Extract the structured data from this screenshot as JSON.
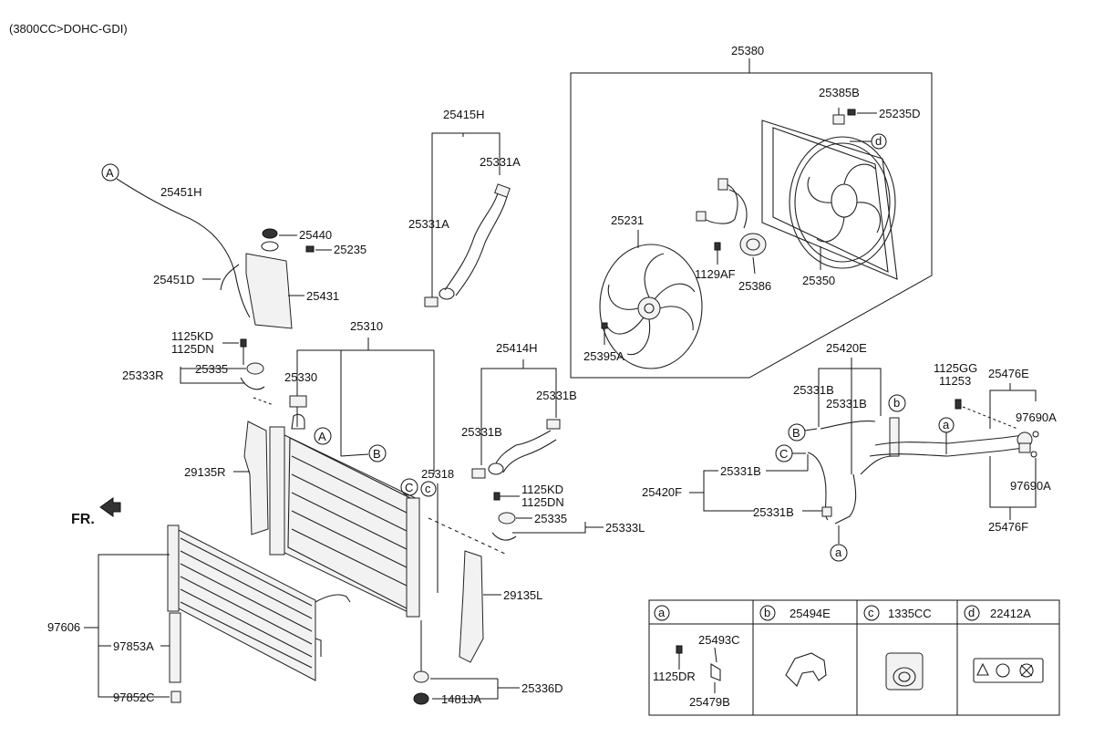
{
  "header": {
    "engine_spec": "(3800CC>DOHC-GDI)"
  },
  "orientation_label": "FR.",
  "parts": {
    "p25380": "25380",
    "p25385B": "25385B",
    "p25235D": "25235D",
    "p25231": "25231",
    "p1129AF": "1129AF",
    "p25386": "25386",
    "p25350": "25350",
    "p25395A": "25395A",
    "p25415H": "25415H",
    "p25331A_1": "25331A",
    "p25331A_2": "25331A",
    "p25451H": "25451H",
    "p25440": "25440",
    "p25235": "25235",
    "p25451D": "25451D",
    "p25431": "25431",
    "p25310": "25310",
    "p1125KD_1": "1125KD",
    "p1125DN_1": "1125DN",
    "p25335_1": "25335",
    "p25333R": "25333R",
    "p25330": "25330",
    "p29135R": "29135R",
    "p25414H": "25414H",
    "p25331B_a": "25331B",
    "p25331B_b": "25331B",
    "p25318": "25318",
    "p1125KD_2": "1125KD",
    "p1125DN_2": "1125DN",
    "p25335_2": "25335",
    "p25333L": "25333L",
    "p29135L": "29135L",
    "p97606": "97606",
    "p97853A": "97853A",
    "p97852C": "97852C",
    "p25336D": "25336D",
    "p1481JA": "1481JA",
    "p25420E": "25420E",
    "p25331B_c": "25331B",
    "p25331B_d": "25331B",
    "p25420F": "25420F",
    "p25331B_e": "25331B",
    "p25331B_f": "25331B",
    "p1125GG": "1125GG",
    "p11253": "11253",
    "p25476E": "25476E",
    "p97690A_1": "97690A",
    "p97690A_2": "97690A",
    "p25476F": "25476F"
  },
  "callouts": {
    "A": "A",
    "B": "B",
    "C": "C",
    "a": "a",
    "b": "b",
    "c": "c",
    "d": "d"
  },
  "legend_table": {
    "headers": [
      {
        "letter": "a",
        "part": ""
      },
      {
        "letter": "b",
        "part": "25494E"
      },
      {
        "letter": "c",
        "part": "1335CC"
      },
      {
        "letter": "d",
        "part": "22412A"
      }
    ],
    "cell_a_parts": {
      "p25493C": "25493C",
      "p1125DR": "1125DR",
      "p25479B": "25479B"
    }
  }
}
